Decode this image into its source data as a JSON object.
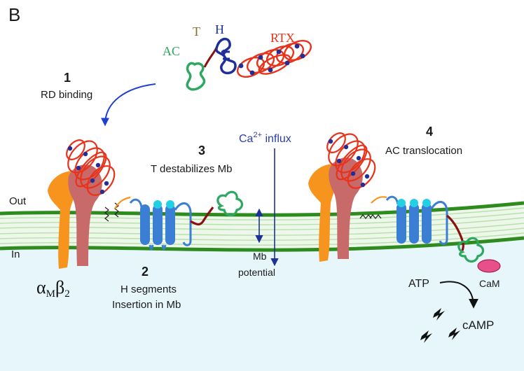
{
  "panel_letter": "B",
  "domains": {
    "ac": "AC",
    "t": "T",
    "h": "H",
    "rtx": "RTX"
  },
  "steps": [
    {
      "num": "1",
      "text": "RD binding"
    },
    {
      "num": "2",
      "text_line1": "H segments",
      "text_line2": "Insertion in Mb"
    },
    {
      "num": "3",
      "text": "T destabilizes Mb"
    },
    {
      "num": "4",
      "text": "AC translocation"
    }
  ],
  "calcium": {
    "base": "Ca",
    "sup": "2+",
    "rest": " influx"
  },
  "membrane": {
    "out": "Out",
    "in": "In",
    "potential_line1": "Mb",
    "potential_line2": "potential"
  },
  "receptor": {
    "alpha": "α",
    "alpha_sub": "M",
    "beta": "β",
    "beta_sub": "2"
  },
  "reaction": {
    "substrate": "ATP",
    "product": "cAMP",
    "cofactor": "CaM"
  },
  "colors": {
    "membrane_green": "#2e8b1e",
    "cytosol": "#e6f6fb",
    "rtx_red": "#e8321a",
    "h_blue": "#1f2f9a",
    "ac_green": "#2ea860",
    "t_brown": "#8b6a2a",
    "receptor_orange": "#f7941d",
    "receptor_rose": "#c86a6a",
    "helix_blue": "#3b7fd4",
    "helix_cap": "#22d0e6",
    "calcium_blue": "#2a3ea8",
    "linker_darkred": "#8b1010",
    "cam_pink": "#e8508a"
  }
}
